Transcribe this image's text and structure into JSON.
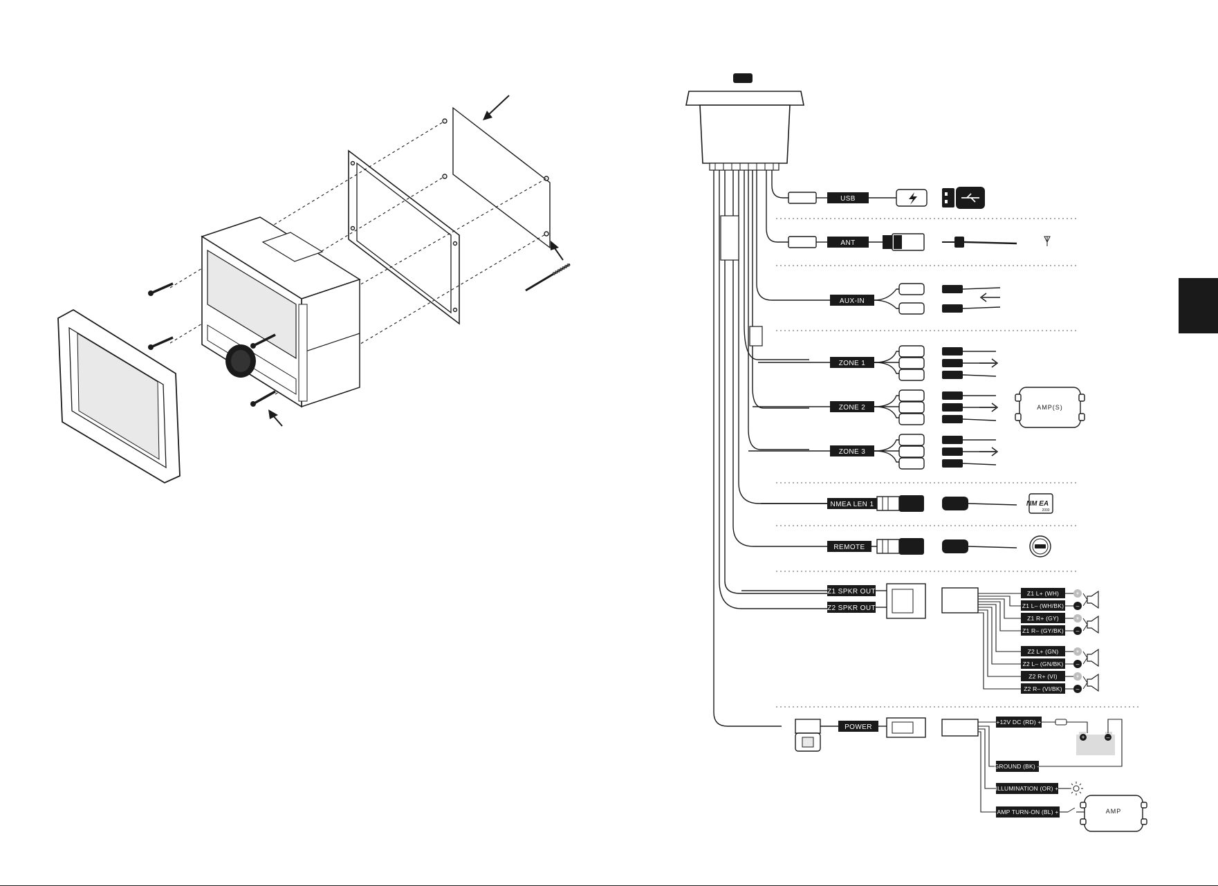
{
  "connectors": {
    "usb": "USB",
    "ant": "ANT",
    "aux_in": "AUX-IN",
    "zone1": "ZONE 1",
    "zone2": "ZONE 2",
    "zone3": "ZONE 3",
    "nmea": "NMEA LEN 1",
    "remote": "REMOTE",
    "z1_spkr": "Z1 SPKR OUT",
    "z2_spkr": "Z2 SPKR OUT",
    "power": "POWER"
  },
  "amp_block": "AMP(S)",
  "amp_small": "AMP",
  "nmea_logo": "NM EA",
  "nmea_sub": "2000",
  "speaker_wires": [
    {
      "label": "Z1 L+ (WH)",
      "sign": "+"
    },
    {
      "label": "Z1 L– (WH/BK)",
      "sign": "–"
    },
    {
      "label": "Z1 R+ (GY)",
      "sign": "+"
    },
    {
      "label": "Z1 R– (GY/BK)",
      "sign": "–"
    },
    {
      "label": "Z2 L+ (GN)",
      "sign": "+"
    },
    {
      "label": "Z2 L– (GN/BK)",
      "sign": "–"
    },
    {
      "label": "Z2 R+ (VI)",
      "sign": "+"
    },
    {
      "label": "Z2 R– (VI/BK)",
      "sign": "–"
    }
  ],
  "power_wires": {
    "batt": "+12V DC (RD) +",
    "ground": "GROUND (BK) –",
    "illum": "ILLUMINATION (OR) +",
    "amp_on": "AMP TURN-ON (BL) +"
  },
  "battery_signs": {
    "plus": "+",
    "minus": "–"
  },
  "colors": {
    "ink": "#1a1a1a",
    "battery": "#dcdcdc",
    "tab": "#1a1a1a"
  }
}
